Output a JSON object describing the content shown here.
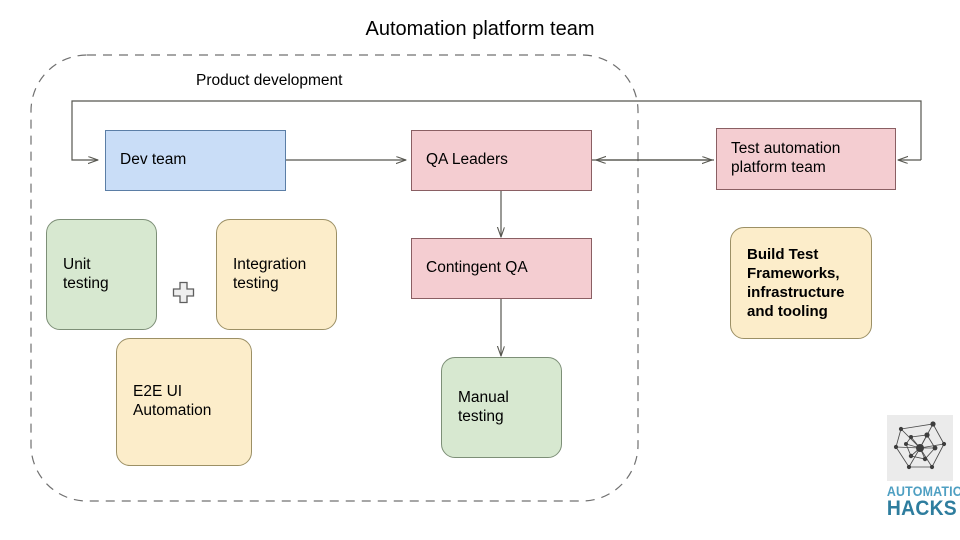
{
  "diagram": {
    "title": "Automation platform team",
    "group_label": "Product development",
    "nodes": {
      "dev_team": "Dev team",
      "qa_leaders": "QA Leaders",
      "test_automation_platform_team": "Test automation\nplatform team",
      "contingent_qa": "Contingent QA",
      "manual_testing": "Manual\ntesting",
      "unit_testing": "Unit\ntesting",
      "integration_testing": "Integration\ntesting",
      "e2e_ui_automation": "E2E UI\nAutomation",
      "build_test_frameworks": "Build Test\nFrameworks,\ninfrastructure\nand tooling"
    },
    "connector_glyph": "plus",
    "colors": {
      "blue_fill": "#c9ddf7",
      "blue_stroke": "#5b7ea6",
      "pink_fill": "#f4cdd1",
      "pink_stroke": "#8a5f63",
      "green_fill": "#d7e8d0",
      "green_stroke": "#7d8f77",
      "yellow_fill": "#fcedca",
      "yellow_stroke": "#9c9065",
      "line": "#56564f",
      "boundary_dashed": "#707070",
      "logo_light_blue": "#4e9fc2",
      "logo_dark_blue": "#2e7d9e",
      "logo_mark_bg": "#ebebeb"
    }
  },
  "logo": {
    "line1": "AUTOMATION",
    "line2": "HACKS"
  }
}
